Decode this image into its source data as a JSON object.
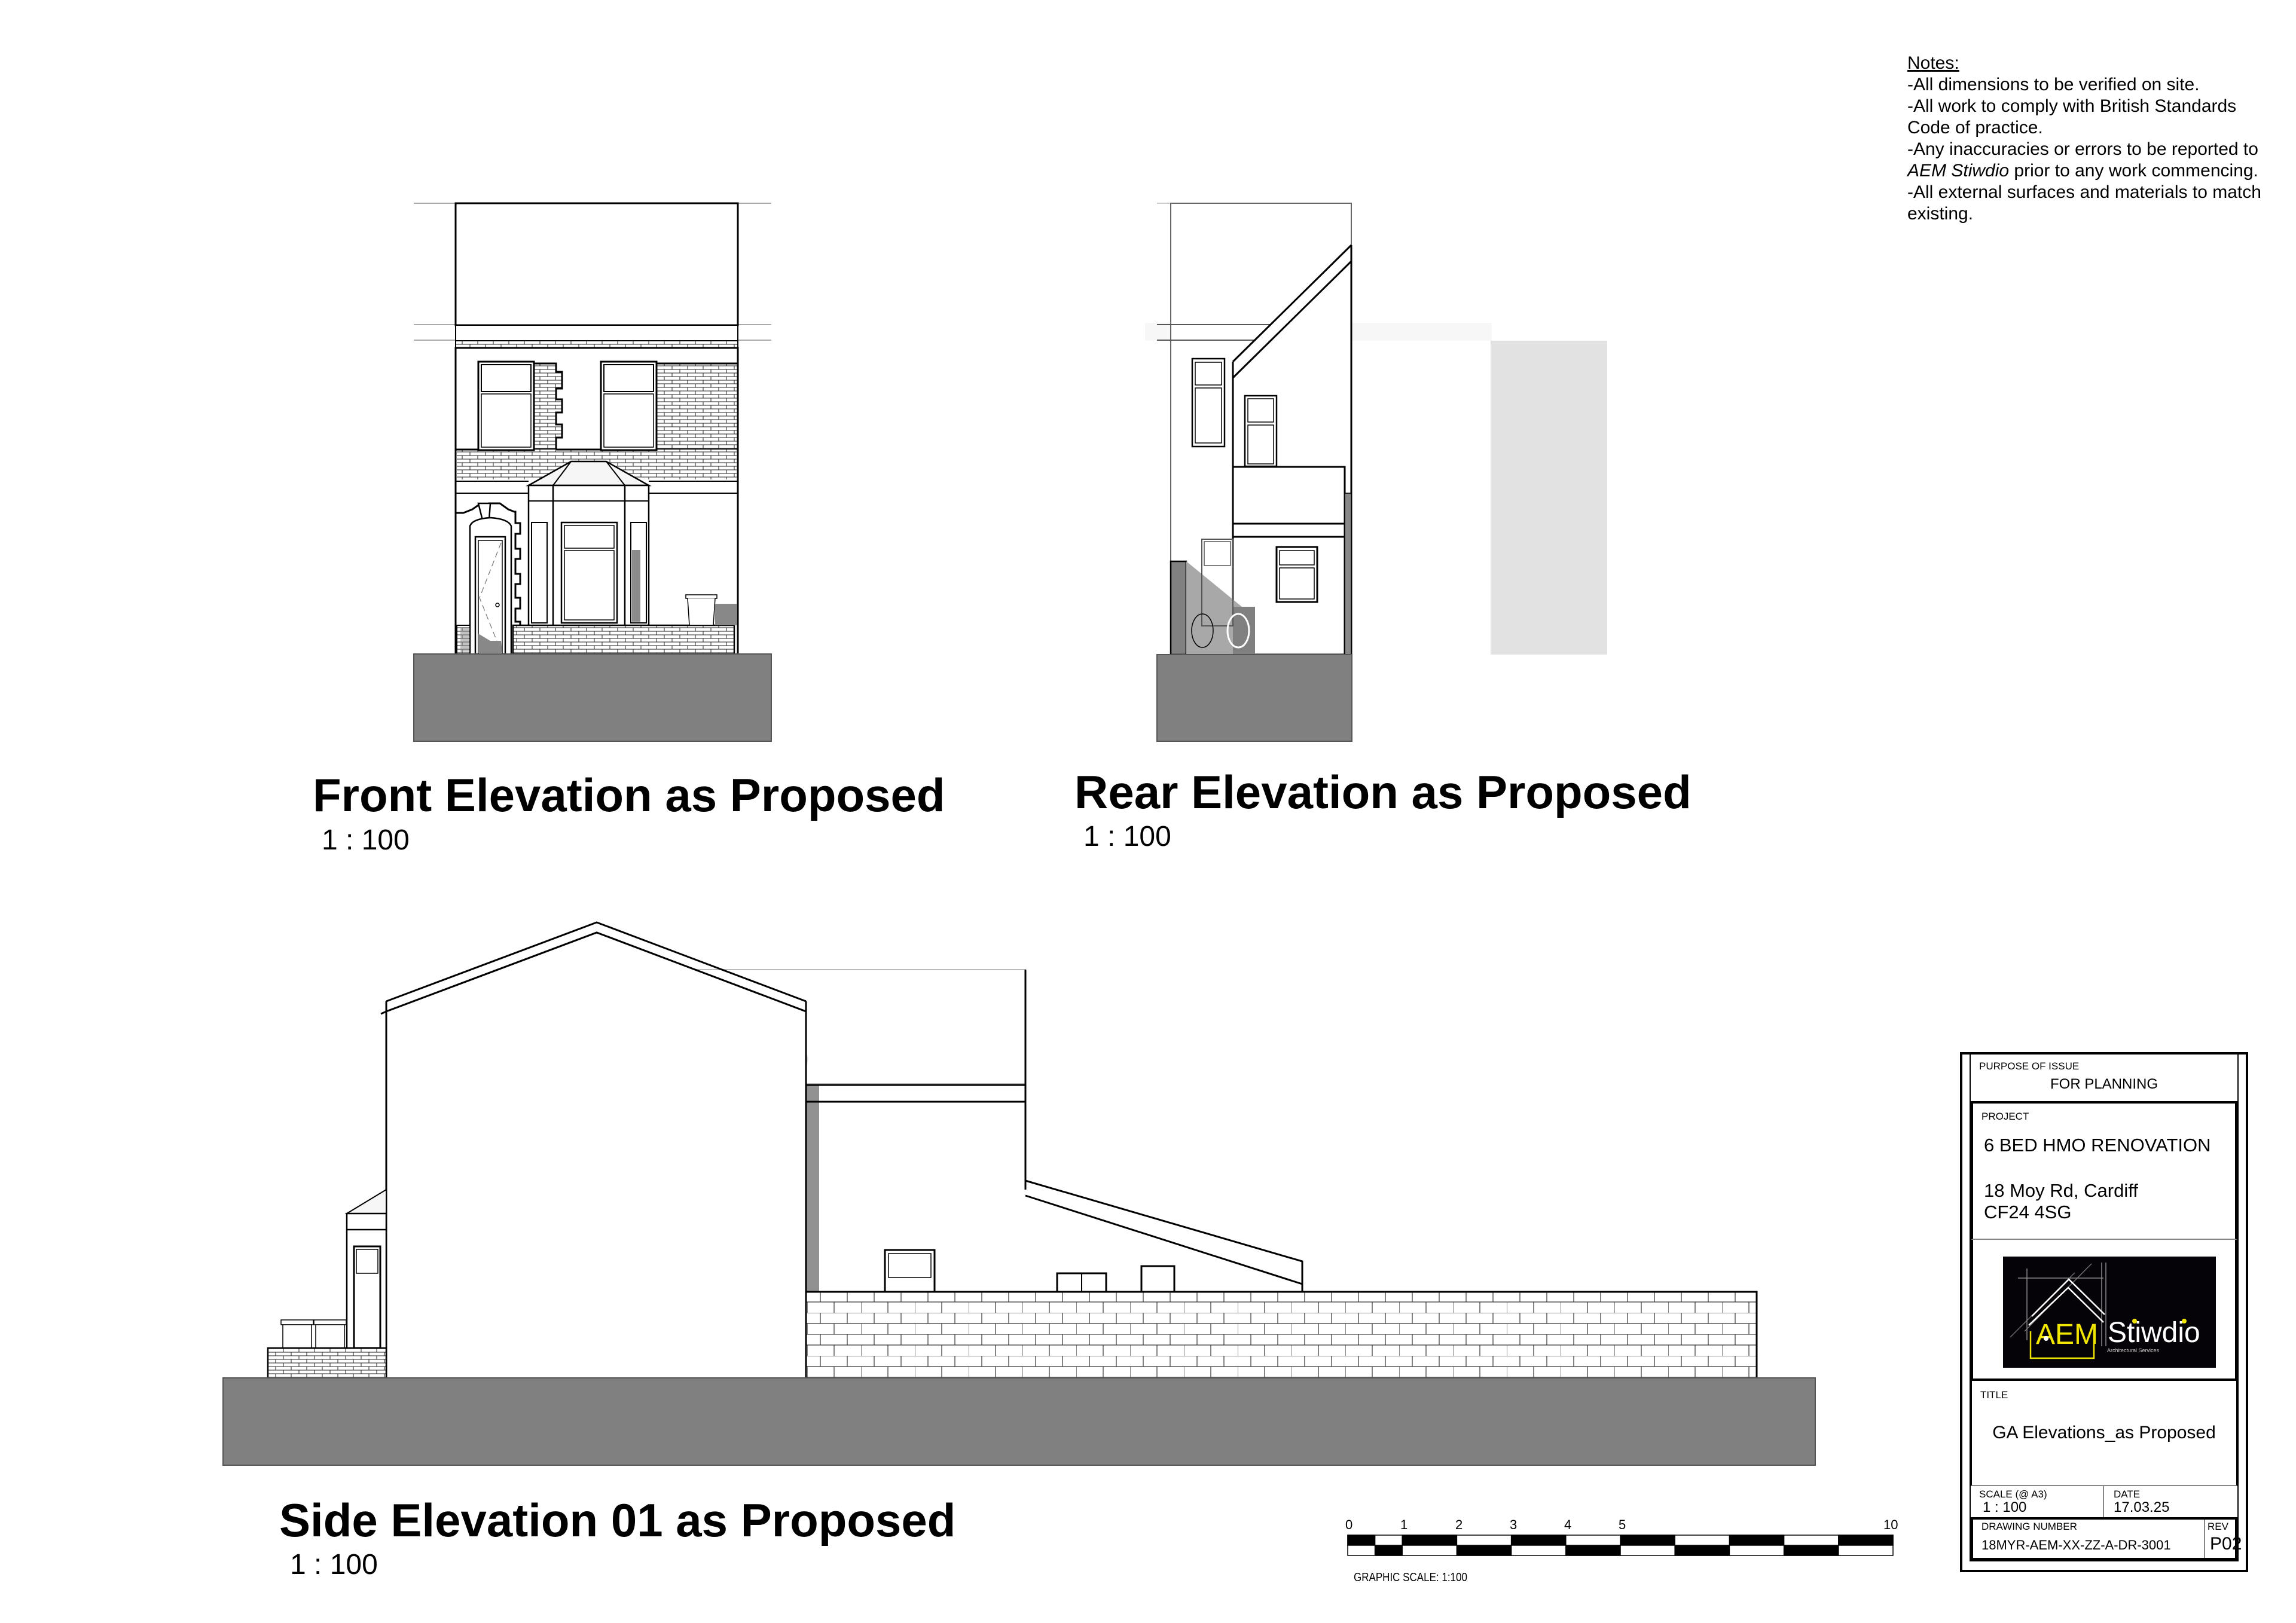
{
  "notes": {
    "title": "Notes:",
    "lines": [
      "-All dimensions to be verified on site.",
      "-All work to comply with British Standards",
      "Code of practice.",
      "-Any inaccuracies or errors to be reported to",
      "prior to any work commencing.",
      "-All external surfaces and materials to match",
      "existing."
    ],
    "company_italic": "AEM Stiwdio"
  },
  "views": [
    {
      "id": "front",
      "title": "Front Elevation as Proposed",
      "scale": "1 : 100"
    },
    {
      "id": "rear",
      "title": "Rear Elevation as Proposed",
      "scale": "1 : 100"
    },
    {
      "id": "side",
      "title": "Side Elevation 01 as Proposed",
      "scale": "1 : 100"
    }
  ],
  "graphic_scale": {
    "ticks": [
      "0",
      "1",
      "2",
      "3",
      "4",
      "5",
      "10"
    ],
    "label": "GRAPHIC SCALE: 1:100"
  },
  "title_block": {
    "purpose_label": "PURPOSE OF ISSUE",
    "purpose_value": "FOR PLANNING",
    "project_label": "PROJECT",
    "project_name": "6 BED HMO RENOVATION",
    "address_line1": "18 Moy Rd, Cardiff",
    "address_line2": "CF24 4SG",
    "logo": {
      "mark": "AEM",
      "name": "Stiwdio",
      "tagline": "Architectural Services",
      "accent": "#f2e600",
      "bg": "#050308"
    },
    "title_label": "TITLE",
    "title_value": "GA Elevations_as Proposed",
    "scale_label": "SCALE (@ A3)",
    "scale_value": "1 : 100",
    "date_label": "DATE",
    "date_value": "17.03.25",
    "drawing_number_label": "DRAWING NUMBER",
    "drawing_number_value": "18MYR-AEM-XX-ZZ-A-DR-3001",
    "rev_label": "REV",
    "rev_value": "P02"
  },
  "colors": {
    "ground": "#808080",
    "shadow": "#8c8c8c",
    "light_shadow": "#e2e2e2",
    "line": "#000000"
  }
}
